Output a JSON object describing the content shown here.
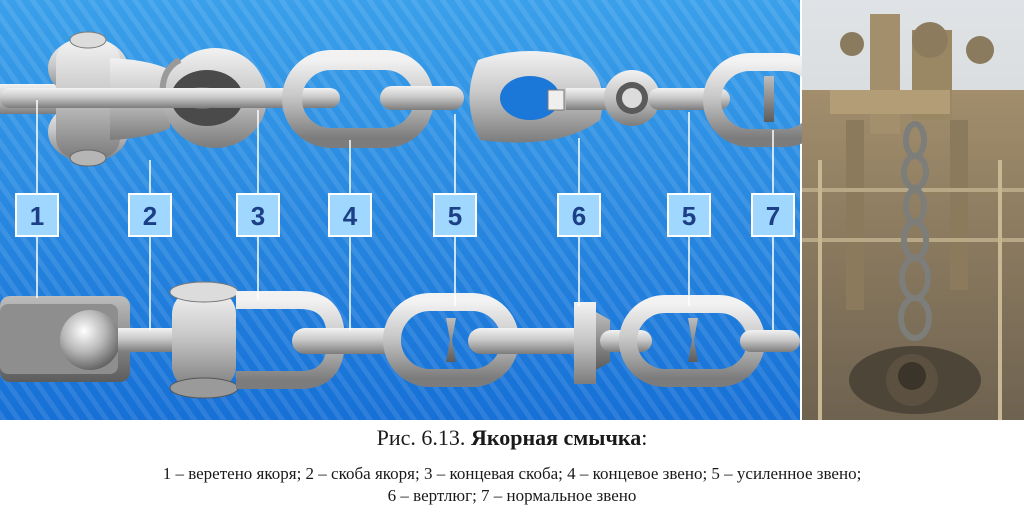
{
  "figure": {
    "title_number": "Рис. 6.13.",
    "title_text": "Якорная смычка",
    "title_colon": ":",
    "legend_line1": "1 – веретено якоря; 2 – скоба якоря; 3 – концевая скоба; 4 – концевое звено; 5 – усиленное звено;",
    "legend_line2": "6 – вертлюг; 7 – нормальное звено",
    "callouts": [
      {
        "label": "1",
        "part": "веретено якоря"
      },
      {
        "label": "2",
        "part": "скоба якоря"
      },
      {
        "label": "3",
        "part": "концевая скоба"
      },
      {
        "label": "4",
        "part": "концевое звено"
      },
      {
        "label": "5",
        "part": "усиленное звено"
      },
      {
        "label": "6",
        "part": "вертлюг"
      },
      {
        "label": "5",
        "part": "усиленное звено"
      },
      {
        "label": "7",
        "part": "нормальное звено"
      }
    ],
    "colors": {
      "background_top": "#3aa0ea",
      "background_bottom": "#1670d6",
      "steel": "#cfcfcf",
      "label_box": "#9fd7ff",
      "label_text": "#1c3f86",
      "photo_deck": "#a28e6c"
    }
  }
}
